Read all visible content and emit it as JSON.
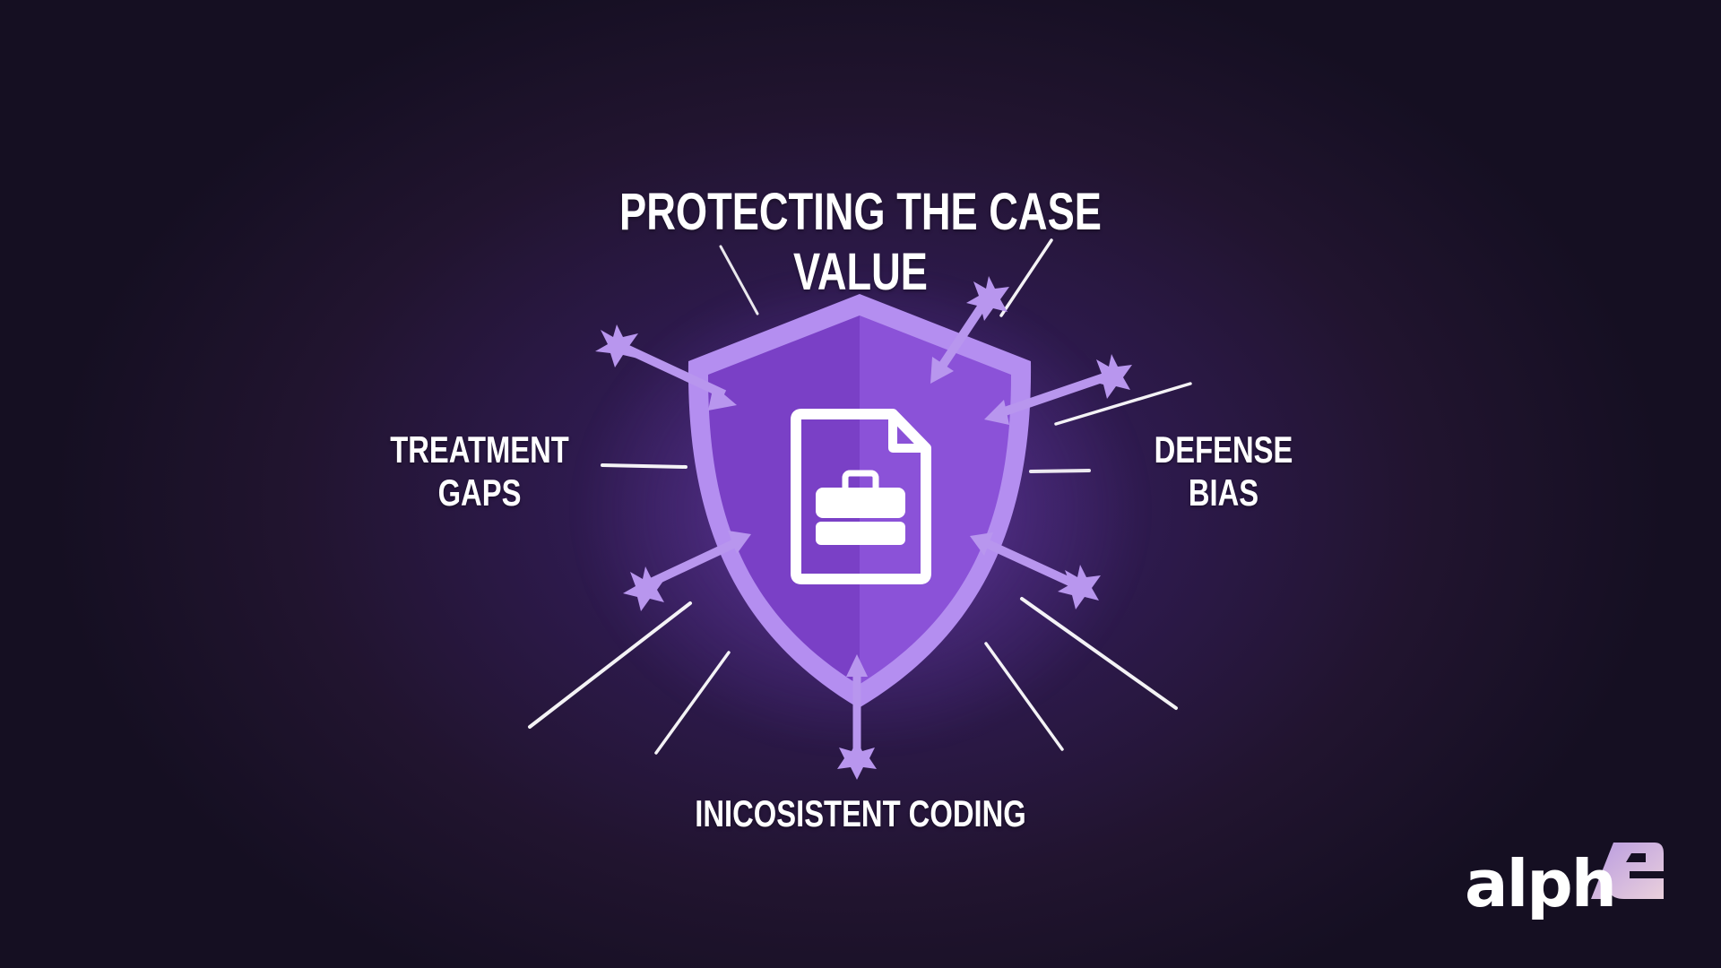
{
  "slide": {
    "title": "PROTECTING THE CASE VALUE",
    "labels": {
      "left": [
        "TREATMENT",
        "GAPS"
      ],
      "right": [
        "DEFENSE",
        "BIAS"
      ],
      "bottom": "INICOSISTENT CODING"
    },
    "center_icon": "document-briefcase-icon",
    "shield_icon": "shield-icon",
    "threat_icons": [
      "star-arrow-icon",
      "star-arrow-icon",
      "star-arrow-icon",
      "star-arrow-icon",
      "star-arrow-icon",
      "star-arrow-icon"
    ]
  },
  "brand": {
    "logo_text": "alph",
    "logo_mark": "E"
  },
  "colors": {
    "background": "#21142f",
    "background_center": "#3e2268",
    "shield_left": "#7a40c6",
    "shield_right": "#8b52d8",
    "shield_border": "#b48ef0",
    "arrow": "#b896ee",
    "text": "#ffffff",
    "logo_mark_gradient": [
      "#c8a8e0",
      "#e2c6dc"
    ]
  }
}
